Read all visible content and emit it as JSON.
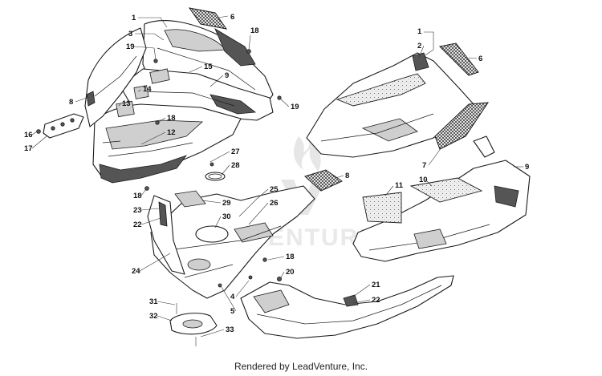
{
  "footer": "Rendered by LeadVenture, Inc.",
  "watermark": "VENTURE",
  "callouts": {
    "c1a": "1",
    "c6a": "6",
    "c3": "3",
    "c18a": "18",
    "c19a": "19",
    "c15": "15",
    "c9a": "9",
    "c14": "14",
    "c13": "13",
    "c8a": "8",
    "c19b": "19",
    "c18b": "18",
    "c12": "12",
    "c16": "16",
    "c17": "17",
    "c27": "27",
    "c28": "28",
    "c18c": "18",
    "c25": "25",
    "c26": "26",
    "c29": "29",
    "c23": "23",
    "c30": "30",
    "c22a": "22",
    "c24": "24",
    "c18d": "18",
    "c20": "20",
    "c4": "4",
    "c31": "31",
    "c5": "5",
    "c32": "32",
    "c33": "33",
    "c1b": "1",
    "c2": "2",
    "c6b": "6",
    "c7": "7",
    "c8b": "8",
    "c11": "11",
    "c10": "10",
    "c9b": "9",
    "c21": "21",
    "c22b": "22"
  },
  "colors": {
    "line": "#1a1a1a",
    "shade": "#cfcfcf",
    "watermark": "#e6e6e6"
  }
}
